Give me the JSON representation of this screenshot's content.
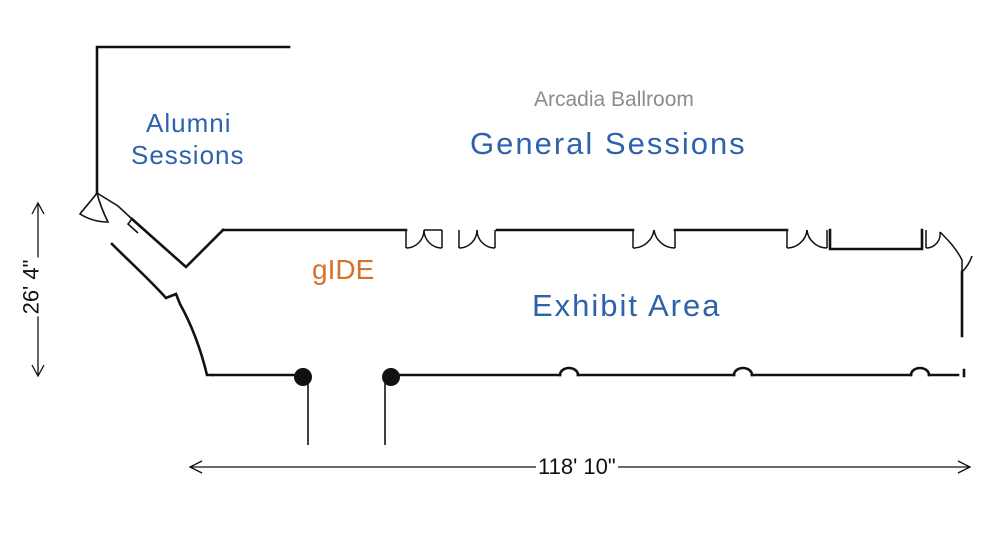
{
  "floorplan": {
    "rooms": {
      "arcadia": "Arcadia Ballroom",
      "general": "General Sessions",
      "alumni_line1": "Alumni",
      "alumni_line2": "Sessions",
      "gide": "gIDE",
      "exhibit": "Exhibit Area"
    },
    "dimensions": {
      "height": "26' 4\"",
      "width": "118' 10\""
    },
    "colors": {
      "room_label": "#2f62ad",
      "accent_label": "#d9702a",
      "venue_label": "#8c8c8c",
      "walls": "#111111"
    }
  }
}
